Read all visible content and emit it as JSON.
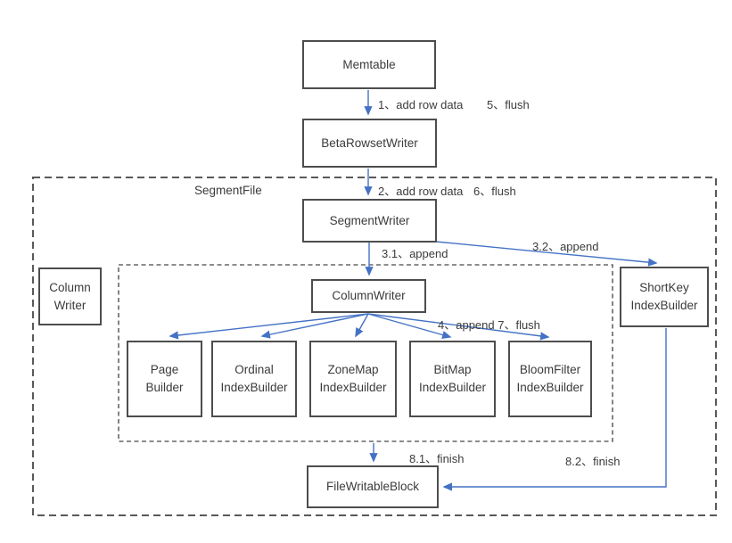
{
  "diagram": {
    "outer_group_label": "SegmentFile",
    "nodes": {
      "memtable": "Memtable",
      "beta_rowset_writer": "BetaRowsetWriter",
      "segment_writer": "SegmentWriter",
      "column_writer_standalone": "Column\nWriter",
      "column_writer": "ColumnWriter",
      "page_builder": "Page\nBuilder",
      "ordinal_index_builder": "Ordinal\nIndexBuilder",
      "zonemap_index_builder": "ZoneMap\nIndexBuilder",
      "bitmap_index_builder": "BitMap\nIndexBuilder",
      "bloomfilter_index_builder": "BloomFilter\nIndexBuilder",
      "shortkey_index_builder": "ShortKey\nIndexBuilder",
      "file_writable_block": "FileWritableBlock"
    },
    "edge_labels": {
      "step1": "1、add row data",
      "step5": "5、flush",
      "step2": "2、add row data",
      "step6": "6、flush",
      "step3_1": "3.1、append",
      "step3_2": "3.2、append",
      "step4_7": "4、append 7、flush",
      "step8_1": "8.1、finish",
      "step8_2": "8.2、finish"
    },
    "colors": {
      "arrow": "#4472c4",
      "solid_box_border": "#4d4d4d",
      "dashed_box_border": "#595959",
      "text": "#3b3b3b",
      "background": "#ffffff"
    }
  }
}
